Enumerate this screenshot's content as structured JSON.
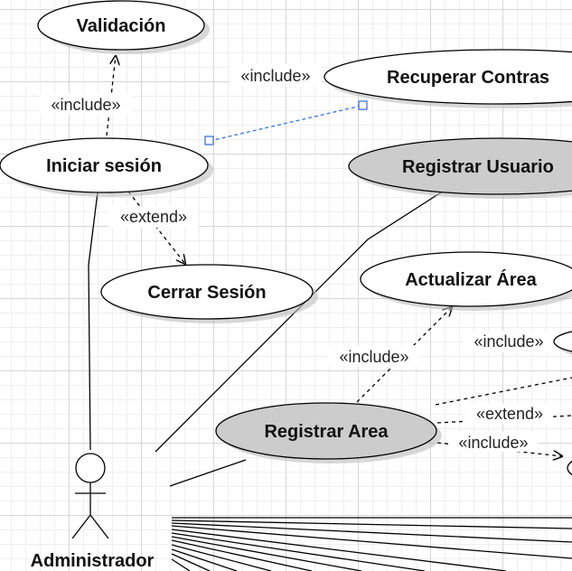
{
  "use_cases": {
    "validacion": "Validación",
    "recuperar": "Recuperar Contras",
    "iniciar": "Iniciar sesión",
    "registrar_usuario": "Registrar Usuario",
    "cerrar": "Cerrar Sesión",
    "actualizar_area": "Actualizar Área",
    "registrar_area": "Registrar Area"
  },
  "relations": {
    "include_validacion": "«include»",
    "include_recuperar": "«include»",
    "extend_cerrar": "«extend»",
    "include_actualizar": "«include»",
    "include_right_top": "«include»",
    "extend_right": "«extend»",
    "include_right_bottom": "«include»"
  },
  "actor": {
    "name": "Administrador"
  },
  "colors": {
    "highlighted_use_case": "#cccccc",
    "selection": "#3b74d6"
  }
}
